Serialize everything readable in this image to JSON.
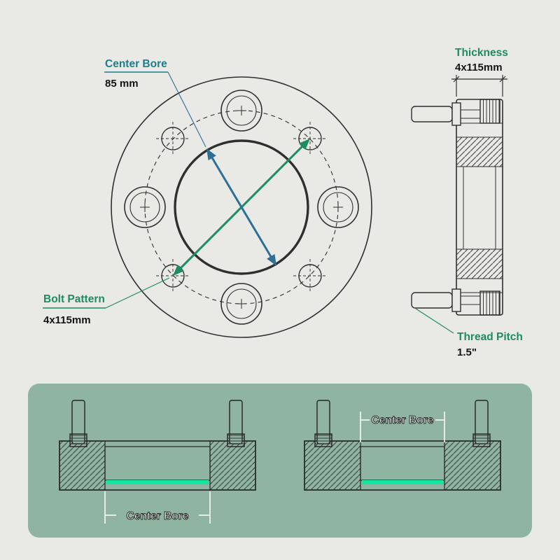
{
  "colors": {
    "background": "#e9e9e6",
    "panel_green": "#8fb4a2",
    "accent_teal": "#1c7d8c",
    "accent_green": "#1e8c5f",
    "arrow_blue": "#2e6f96",
    "highlight_green": "#12e5a0",
    "line_dark": "#2f2f2f",
    "white": "#ffffff"
  },
  "front_view": {
    "center_bore": {
      "label": "Center Bore",
      "value": "85 mm"
    },
    "bolt_pattern": {
      "label": "Bolt Pattern",
      "value": "4x115mm"
    }
  },
  "side_view": {
    "thickness": {
      "label": "Thickness",
      "value": "4x115mm"
    },
    "thread_pitch": {
      "label": "Thread Pitch",
      "value": "1.5\""
    }
  },
  "cross_sections": {
    "left": {
      "label": "Center Bore"
    },
    "right": {
      "label": "Center Bore"
    }
  }
}
